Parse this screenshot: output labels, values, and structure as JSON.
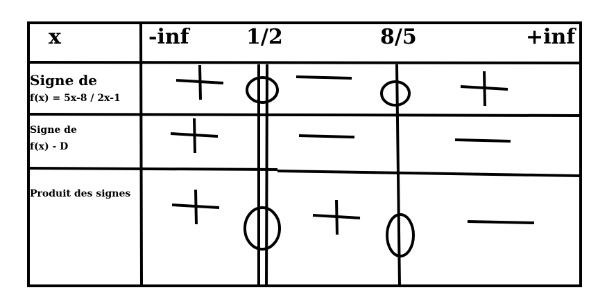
{
  "header": {
    "variable": "x",
    "values": [
      "-inf",
      "1/2",
      "8/5",
      "+inf"
    ]
  },
  "rows": [
    {
      "label_line1": "Signe de",
      "label_line2": "f(x) = 5x-8 / 2x-1",
      "signs": [
        "+",
        "0",
        "-",
        "0",
        "+"
      ]
    },
    {
      "label_line1": "Signe de",
      "label_line2": "f(x) - D",
      "signs": [
        "+",
        "-",
        "-"
      ]
    },
    {
      "label_line1": "Produit des signes",
      "signs": [
        "+",
        "0",
        "+",
        "0",
        "-"
      ]
    }
  ]
}
